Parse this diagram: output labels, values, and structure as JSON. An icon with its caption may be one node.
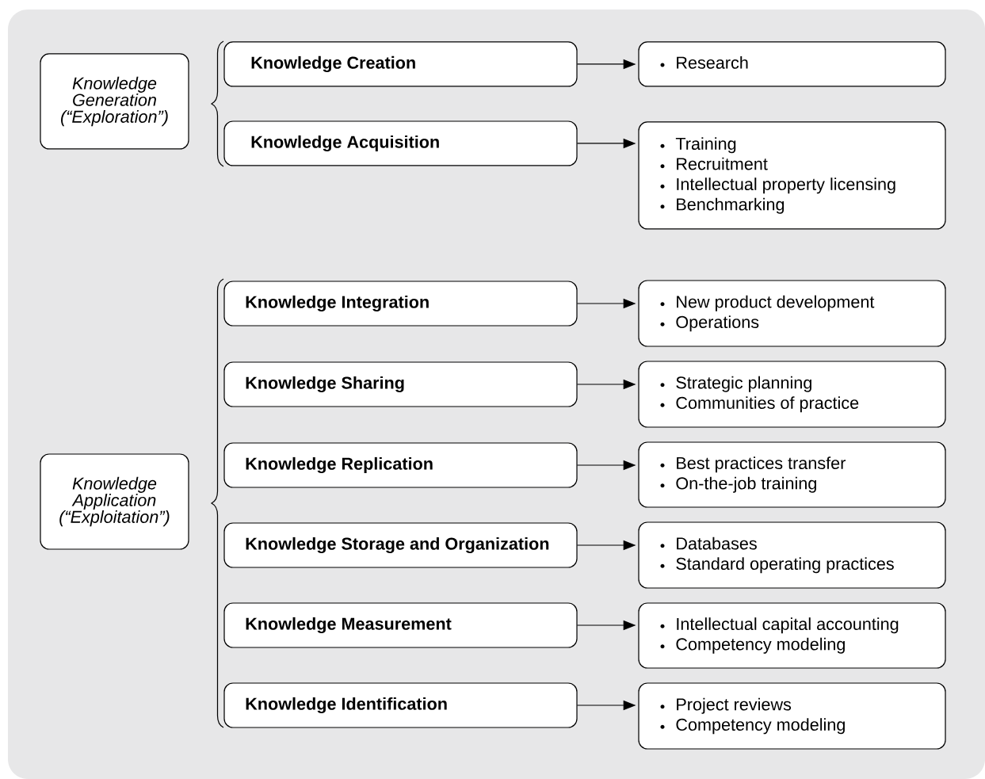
{
  "diagram": {
    "nodes": [
      {
        "text": [
          "Knowledge Generation (“Exploration”)"
        ]
      },
      {
        "text": [
          "Knowledge Application (“Exploitation”)"
        ]
      },
      {
        "text": [
          "Knowledge Creation"
        ]
      },
      {
        "text": [
          "Research"
        ]
      },
      {
        "text": [
          "Knowledge Acquisition"
        ]
      },
      {
        "text": [
          "Training",
          "Recruitment",
          "Intellectual property licensing",
          "Benchmarking"
        ]
      },
      {
        "text": [
          "Knowledge Integration"
        ]
      },
      {
        "text": [
          "New product development",
          "Operations"
        ]
      },
      {
        "text": [
          "Knowledge Sharing"
        ]
      },
      {
        "text": [
          "Strategic planning",
          "Communities of practice"
        ]
      },
      {
        "text": [
          "Knowledge Replication"
        ]
      },
      {
        "text": [
          "Best practices transfer",
          "On-the-job training"
        ]
      },
      {
        "text": [
          "Knowledge Storage and Organization"
        ]
      },
      {
        "text": [
          "Databases",
          "Standard operating practices"
        ]
      },
      {
        "text": [
          "Knowledge Measurement"
        ]
      },
      {
        "text": [
          "Intellectual capital accounting",
          "Competency modeling"
        ]
      },
      {
        "text": [
          "Knowledge Identification"
        ]
      },
      {
        "text": [
          "Project reviews",
          "Competency modeling"
        ]
      }
    ],
    "edges": [
      {
        "from": 2,
        "to": 3,
        "arrow": "to"
      },
      {
        "from": 4,
        "to": 5,
        "arrow": "to"
      },
      {
        "from": 6,
        "to": 7,
        "arrow": "to"
      },
      {
        "from": 8,
        "to": 9,
        "arrow": "to"
      },
      {
        "from": 10,
        "to": 11,
        "arrow": "to"
      },
      {
        "from": 12,
        "to": 13,
        "arrow": "to"
      },
      {
        "from": 14,
        "to": 15,
        "arrow": "to"
      },
      {
        "from": 16,
        "to": 17,
        "arrow": "to"
      }
    ]
  }
}
